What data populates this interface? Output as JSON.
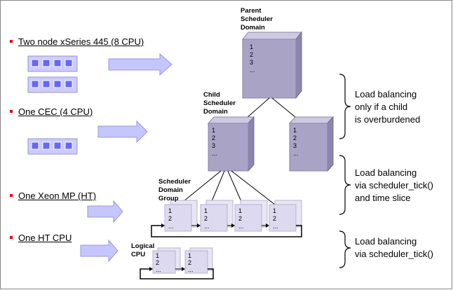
{
  "bullets": [
    {
      "label": "Two node xSeries 445 (8 CPU)"
    },
    {
      "label": "One CEC (4 CPU)"
    },
    {
      "label": "One Xeon MP (HT)"
    },
    {
      "label": "One HT CPU"
    }
  ],
  "levels": {
    "parent": {
      "l1": "Parent",
      "l2": "Scheduler",
      "l3": "Domain"
    },
    "child": {
      "l1": "Child",
      "l2": "Scheduler",
      "l3": "Domain"
    },
    "group": {
      "l1": "Scheduler",
      "l2": "Domain",
      "l3": "Group"
    },
    "logical": {
      "l1": "Logical",
      "l2": "CPU"
    }
  },
  "list_items": [
    "1",
    "2",
    "3",
    "..."
  ],
  "notes": {
    "top": [
      "Load balancing",
      "only if a child",
      "is overburdened"
    ],
    "middle": [
      "Load balancing",
      "via scheduler_tick()",
      "and time slice"
    ],
    "bottom": [
      "Load balancing",
      "via scheduler_tick()"
    ]
  },
  "colors": {
    "box_front": "#a9a3c6",
    "box_top": "#cdc9e0",
    "box_side": "#8c86ad",
    "arrow": "#c6c6ff",
    "chip": "#6666ff",
    "bullet": "#e00000"
  }
}
